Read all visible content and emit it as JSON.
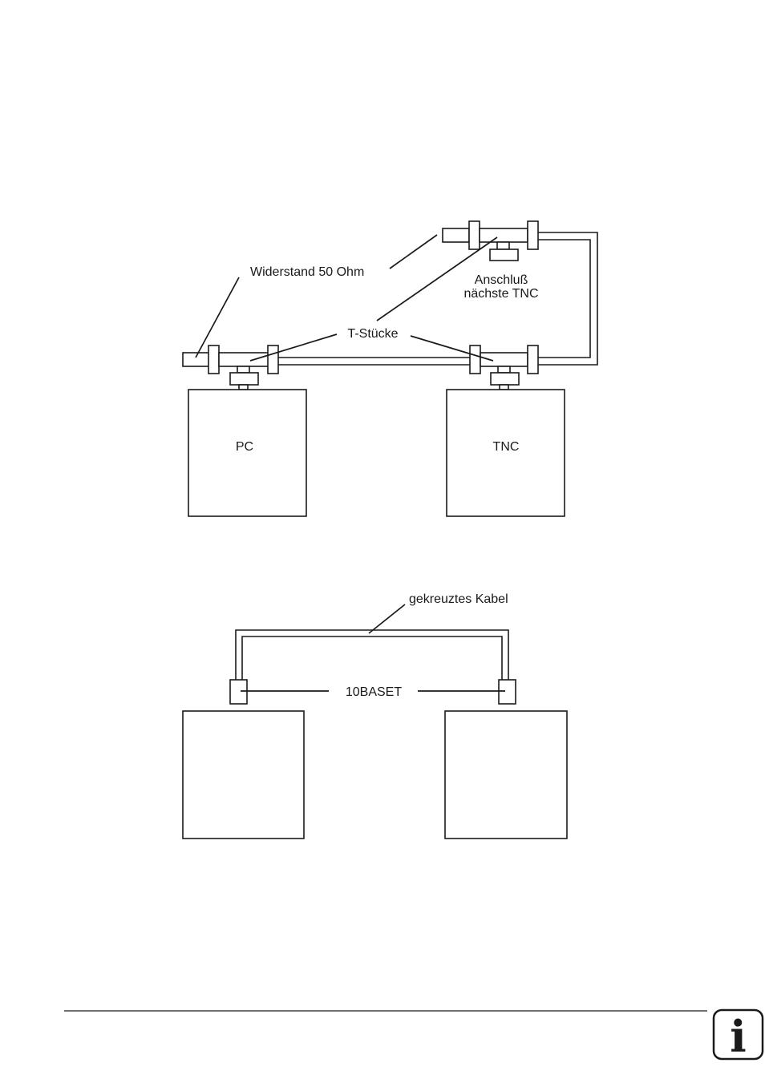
{
  "diagram_coax": {
    "resistor_label": "Widerstand 50 Ohm",
    "connection_label_line1": "Anschluß",
    "connection_label_line2": "nächste TNC",
    "tpieces_label": "T-Stücke",
    "pc_label": "PC",
    "tnc_label": "TNC"
  },
  "diagram_twisted": {
    "cable_label": "gekreuztes Kabel",
    "port_label": "10BASET"
  },
  "footer": {
    "info_icon_glyph": "i"
  }
}
